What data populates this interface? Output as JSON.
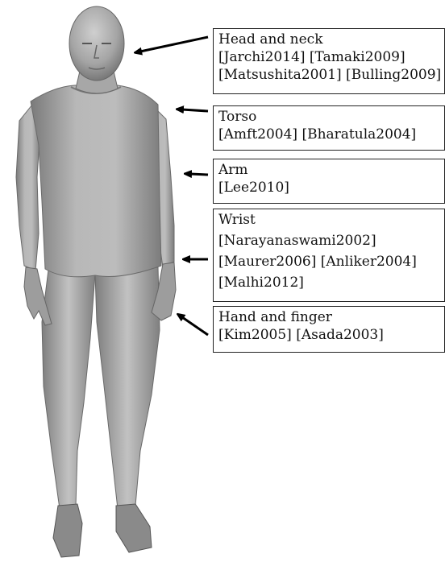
{
  "labels": {
    "head_neck": {
      "title": "Head and neck",
      "refs": [
        "[Jarchi2014] [Tamaki2009]",
        "[Matsushita2001] [Bulling2009]"
      ]
    },
    "torso": {
      "title": "Torso",
      "refs": [
        "[Amft2004] [Bharatula2004]"
      ]
    },
    "arm": {
      "title": "Arm",
      "refs": [
        "[Lee2010]"
      ]
    },
    "wrist": {
      "title": "Wrist",
      "refs": [
        "[Narayanaswami2002]",
        "[Maurer2006] [Anliker2004]",
        "[Malhi2012]"
      ]
    },
    "hand_finger": {
      "title": "Hand and finger",
      "refs": [
        "[Kim2005] [Asada2003]"
      ]
    }
  },
  "colors": {
    "skin": "#a9a9a9",
    "clothing": "#a3a3a3",
    "shadow": "#6e6e6e",
    "highlight": "#d2d2d2",
    "arrow": "#000000"
  }
}
